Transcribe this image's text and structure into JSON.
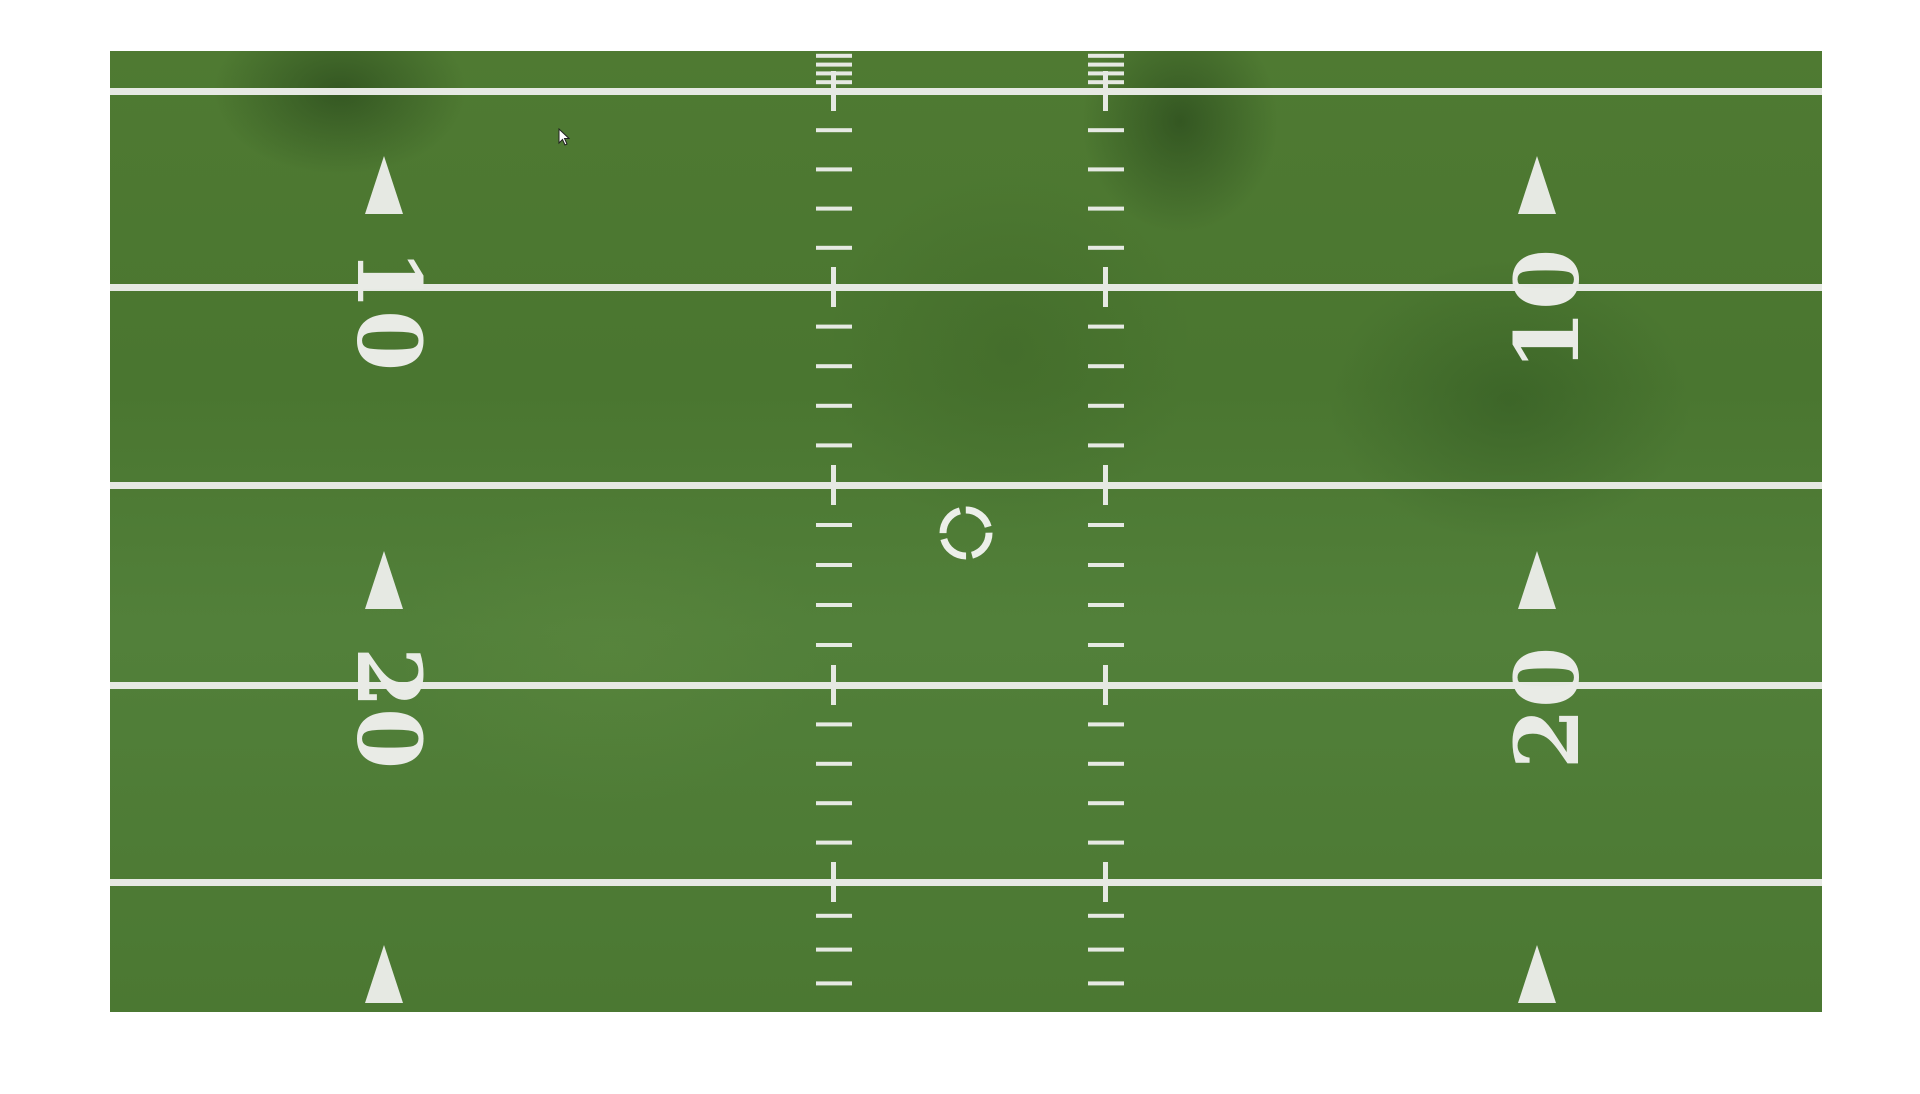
{
  "field": {
    "yard_numbers_left": [
      "10",
      "20"
    ],
    "yard_numbers_right": [
      "10",
      "20"
    ],
    "colors": {
      "turf": "#4f7a32",
      "paint": "#e6e9e3"
    }
  },
  "icons": {
    "cursor": "mouse-cursor-icon",
    "loading": "loading-spinner-icon",
    "yard_arrow": "triangle-arrow-icon"
  }
}
